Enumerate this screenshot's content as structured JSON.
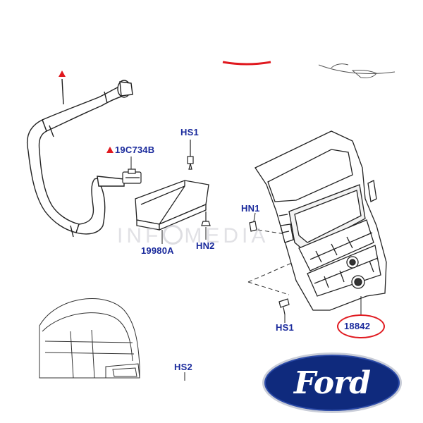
{
  "callouts": {
    "hs1_top": "HS1",
    "part_19c734b": "19C734B",
    "hn1": "HN1",
    "hn2": "HN2",
    "part_19980a": "19980A",
    "part_18842": "18842",
    "hs1_bottom": "HS1",
    "hs2": "HS2"
  },
  "watermark": {
    "pre": "INF",
    "post": "MEDIA"
  },
  "logo": {
    "text": "Ford"
  },
  "colors": {
    "label_blue": "#1a2a9c",
    "highlight_red": "#e0191f",
    "logo_blue": "#0f2a7d",
    "line_black": "#222222"
  }
}
